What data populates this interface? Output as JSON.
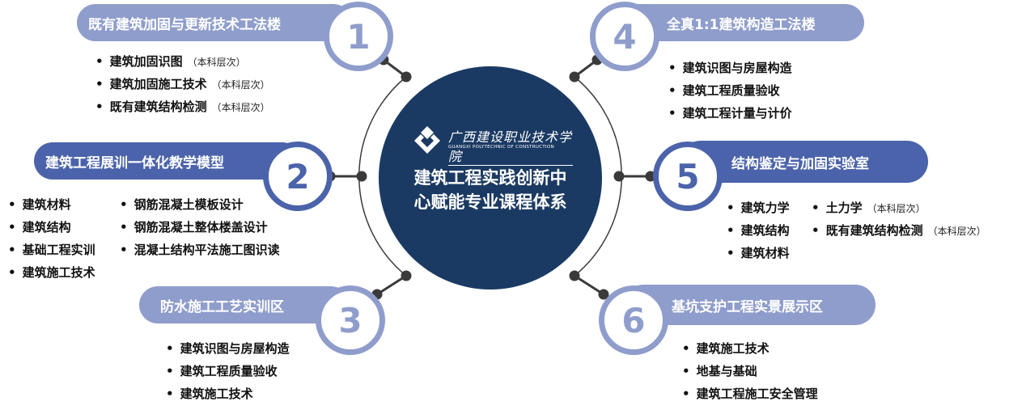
{
  "center": {
    "logo_cn": "广西建设职业技术学院",
    "logo_en": "GUANGXI POLYTECHNIC OF CONSTRUCTION",
    "title_line1": "建筑工程实践创新中",
    "title_line2": "心赋能专业课程体系"
  },
  "note": "（本科层次）",
  "nodes": [
    {
      "num": "1",
      "title": "既有建筑加固与更新技术工法楼",
      "items": [
        "建筑加固识图",
        "建筑加固施工技术",
        "既有建筑结构检测"
      ]
    },
    {
      "num": "2",
      "title": "建筑工程展训一体化教学模型",
      "items": [
        "建筑材料",
        "建筑结构",
        "基础工程实训",
        "建筑施工技术",
        "钢筋混凝土模板设计",
        "钢筋混凝土整体楼盖设计",
        "混凝土结构平法施工图识读"
      ]
    },
    {
      "num": "3",
      "title": "防水施工工艺实训区",
      "items": [
        "建筑识图与房屋构造",
        "建筑工程质量验收",
        "建筑施工技术"
      ]
    },
    {
      "num": "4",
      "title": "全真1:1建筑构造工法楼",
      "items": [
        "建筑识图与房屋构造",
        "建筑工程质量验收",
        "建筑工程计量与计价"
      ]
    },
    {
      "num": "5",
      "title": "结构鉴定与加固实验室",
      "items": [
        "建筑力学",
        "建筑结构",
        "建筑材料",
        "土力学",
        "既有建筑结构检测"
      ]
    },
    {
      "num": "6",
      "title": "基坑支护工程实景展示区",
      "items": [
        "建筑施工技术",
        "地基与基础",
        "建筑工程施工安全管理"
      ]
    }
  ],
  "colors": {
    "light": "#8f9dcc",
    "dark": "#4b63aa",
    "hub": "#1b3a63",
    "connector": "#3a3a3a"
  }
}
